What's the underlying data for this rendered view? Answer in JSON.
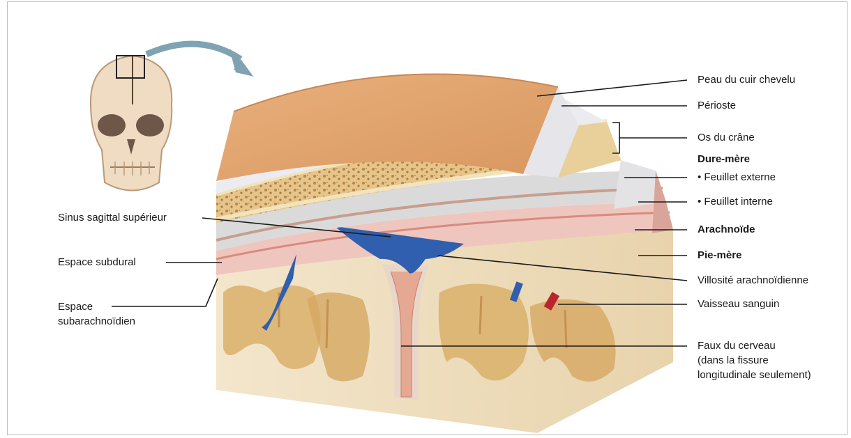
{
  "labels": {
    "peau": "Peau du cuir chevelu",
    "perioste": "Périoste",
    "os": "Os du crâne",
    "dure_mere": "Dure-mère",
    "feuillet_externe": "• Feuillet externe",
    "feuillet_interne": "• Feuillet interne",
    "arachnoide": "Arachnoïde",
    "pie_mere": "Pie-mère",
    "villosite": "Villosité arachnoïdienne",
    "vaisseau": "Vaisseau sanguin",
    "faux": "Faux du cerveau\n(dans la fissure\nlongitudinale seulement)",
    "sinus": "Sinus sagittal supérieur",
    "subdural": "Espace subdural",
    "subarachnoidien": "Espace\nsubarachnoïdien"
  },
  "colors": {
    "skin": "#e0a673",
    "bone": "#e9cf9a",
    "dura": "#d9d9dc",
    "arachnoid": "#e7b9b3",
    "vein": "#2f5fae",
    "artery": "#b8262b",
    "cortex": "#d9b06a",
    "white_matter": "#f1e3c8",
    "arrow": "#7fa3b3"
  }
}
